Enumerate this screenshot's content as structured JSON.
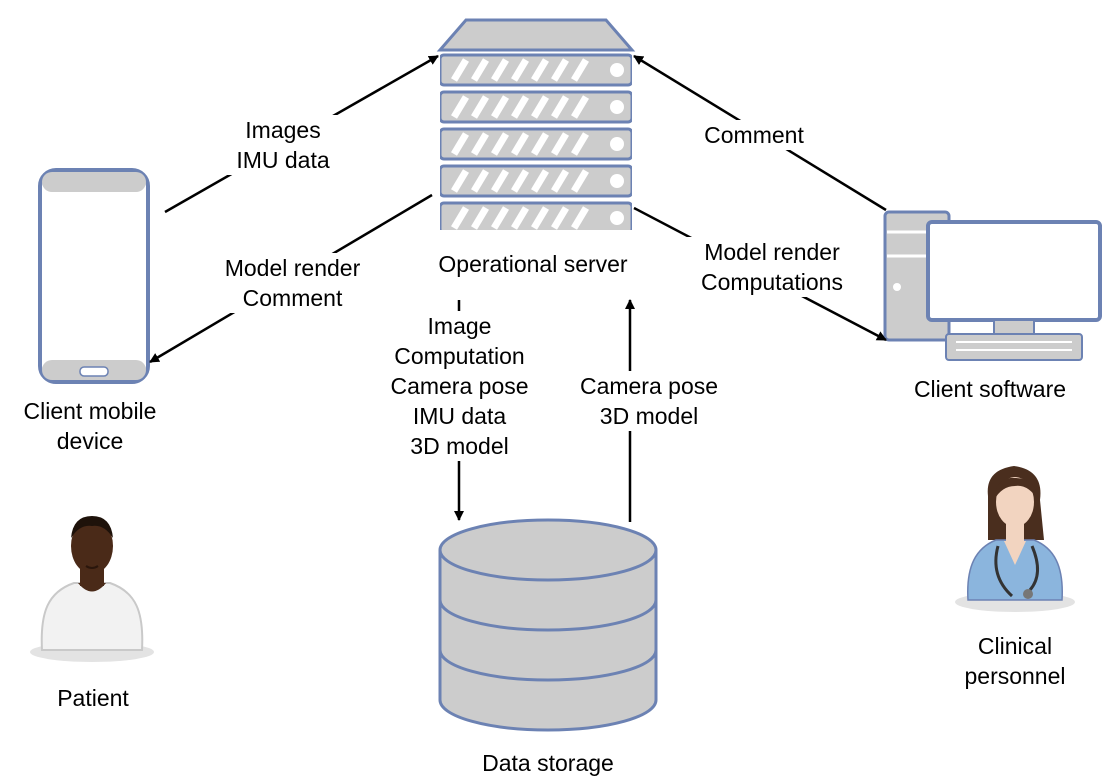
{
  "nodes": {
    "server": {
      "label": "Operational server"
    },
    "mobile": {
      "label_lines": [
        "Client mobile",
        "device"
      ]
    },
    "client_software": {
      "label": "Client software"
    },
    "storage": {
      "label": "Data storage"
    },
    "patient": {
      "label": "Patient"
    },
    "clinical": {
      "label_lines": [
        "Clinical",
        "personnel"
      ]
    }
  },
  "edges": {
    "mobile_to_server": {
      "lines": [
        "Images",
        "IMU data"
      ]
    },
    "server_to_mobile": {
      "lines": [
        "Model render",
        "Comment"
      ]
    },
    "client_to_server": {
      "lines": [
        "Comment"
      ]
    },
    "server_to_client": {
      "lines": [
        "Model render",
        "Computations"
      ]
    },
    "server_to_storage": {
      "lines": [
        "Image",
        "Computation",
        "Camera pose",
        "IMU data",
        "3D model"
      ]
    },
    "storage_to_server": {
      "lines": [
        "Camera pose",
        "3D model"
      ]
    }
  },
  "colors": {
    "outline": "#6c82b3",
    "fill_gray": "#cccccc",
    "screen_white": "#ffffff",
    "arrow": "#000000",
    "patient_skin": "#4a2a18",
    "nurse_scrubs": "#8bb5dd",
    "nurse_hair": "#4a2e1e",
    "nurse_skin": "#f2d4c0"
  }
}
